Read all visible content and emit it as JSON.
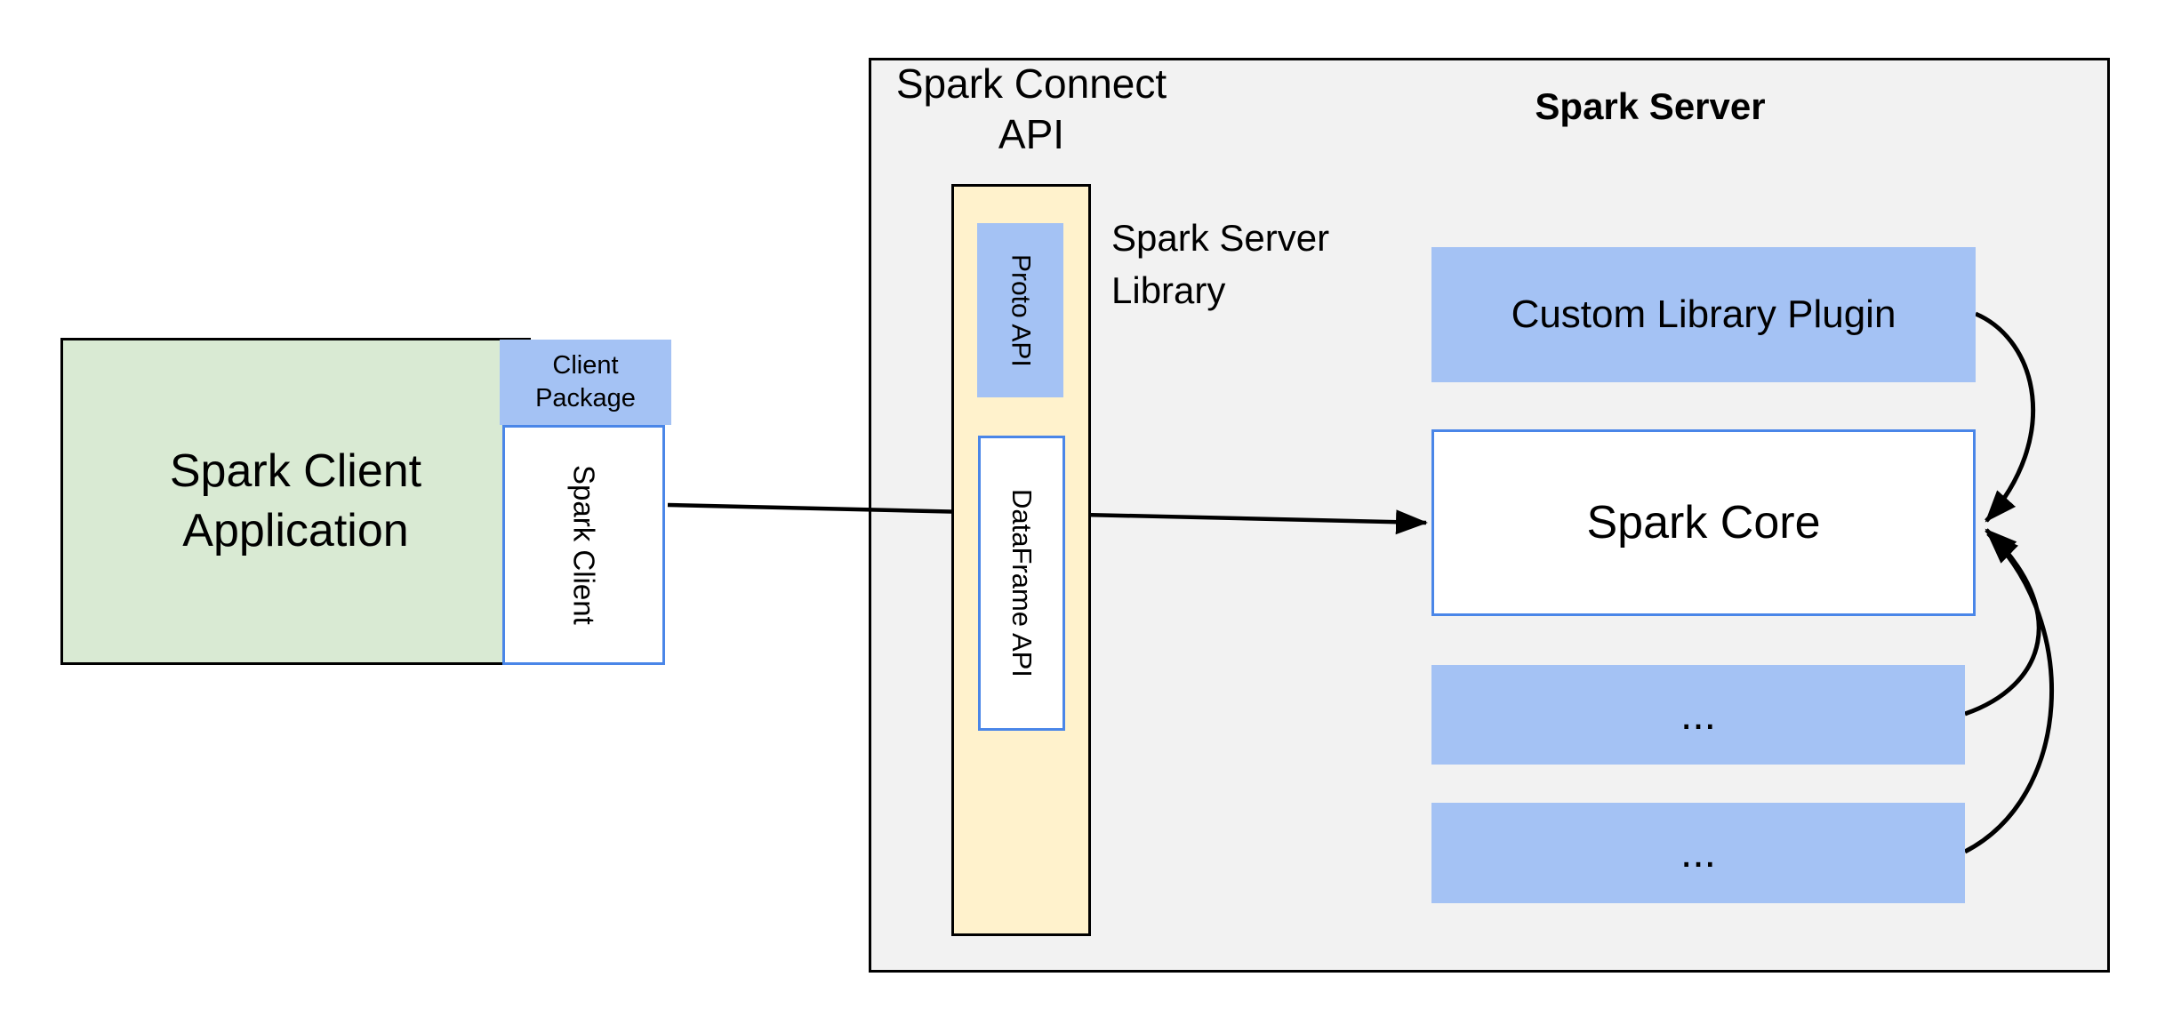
{
  "diagram": {
    "client_app": {
      "label": "Spark Client Application"
    },
    "client_package": {
      "label": "Client Package"
    },
    "spark_client": {
      "label": "Spark Client"
    },
    "spark_connect_api": {
      "label": "Spark Connect API"
    },
    "proto_api": {
      "label": "Proto API"
    },
    "dataframe_api": {
      "label": "DataFrame API"
    },
    "spark_server_library": {
      "label": "Spark Server Library"
    },
    "spark_server": {
      "title": "Spark Server"
    },
    "custom_library_plugin": {
      "label": "Custom Library Plugin"
    },
    "spark_core": {
      "label": "Spark Core"
    },
    "plugin_slot_1": {
      "label": "..."
    },
    "plugin_slot_2": {
      "label": "..."
    },
    "colors": {
      "background": "#ffffff",
      "container_fill": "#f2f2f2",
      "green_fill": "#d9ead3",
      "blue_fill": "#a4c2f4",
      "cream_fill": "#fff2cc",
      "blue_border": "#4a86e8",
      "black_border": "#000000"
    }
  }
}
